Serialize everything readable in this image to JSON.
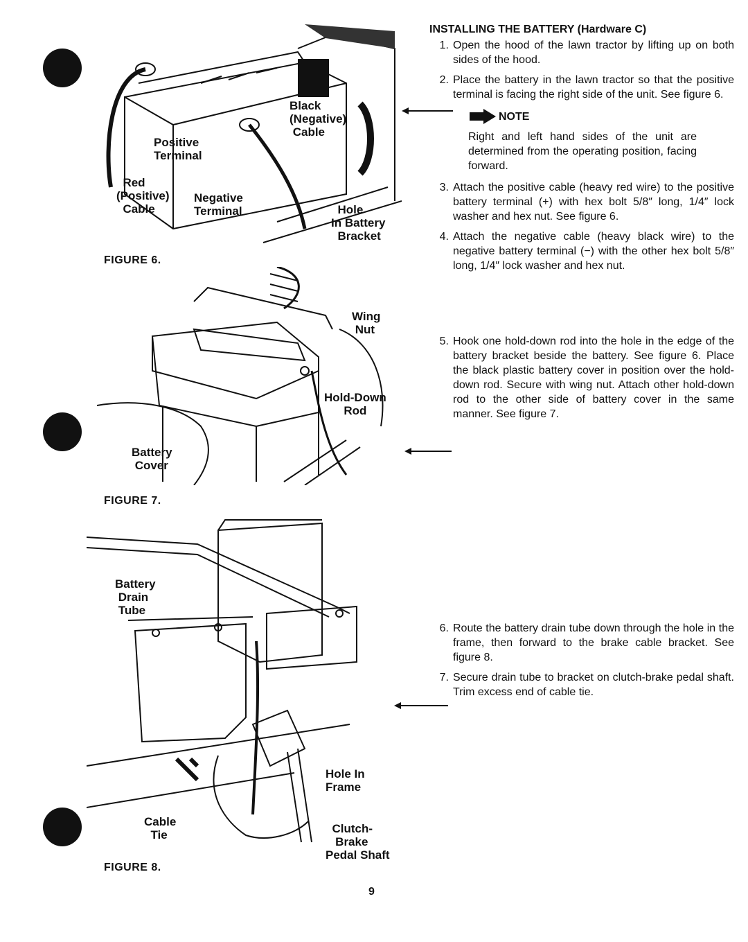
{
  "heading": "INSTALLING THE BATTERY (Hardware C)",
  "steps_a": [
    {
      "num": "1.",
      "text": "Open the hood of the lawn tractor by lifting up on both sides of the hood."
    },
    {
      "num": "2.",
      "text": "Place the battery in the lawn tractor so that the positive terminal is facing the right side of the unit. See figure 6."
    }
  ],
  "note": {
    "label": "NOTE",
    "text": "Right and left hand sides of the unit are determined from the operating position, facing forward."
  },
  "steps_b": [
    {
      "num": "3.",
      "text": "Attach the positive cable (heavy red wire) to the positive battery terminal (+) with hex bolt 5/8″ long, 1/4″ lock washer and hex nut. See figure 6."
    },
    {
      "num": "4.",
      "text": "Attach the negative cable (heavy black wire) to the negative battery terminal (−) with the other hex bolt 5/8″ long, 1/4″ lock washer and hex nut."
    }
  ],
  "steps_c": [
    {
      "num": "5.",
      "text": "Hook one hold-down rod into the hole in the edge of the battery bracket beside the battery. See figure 6. Place the black plastic battery cover in position over the hold-down rod. Secure with wing nut. Attach other hold-down rod to the other side of battery cover in the same manner. See figure 7."
    }
  ],
  "steps_d": [
    {
      "num": "6.",
      "text": "Route the battery drain tube down through the hole in the frame, then forward to the brake cable bracket. See figure 8."
    },
    {
      "num": "7.",
      "text": "Secure drain tube to bracket on clutch-brake pedal shaft. Trim excess end of cable tie."
    }
  ],
  "figures": {
    "fig6": {
      "caption": "FIGURE 6.",
      "labels": {
        "black_neg_cable": "Black\n(Negative)\n Cable",
        "pos_terminal": "Positive\nTerminal",
        "red_pos_cable": "  Red\n(Positive)\n  Cable",
        "neg_terminal": "Negative\nTerminal",
        "hole_bracket": "  Hole\nIn Battery\n  Bracket"
      }
    },
    "fig7": {
      "caption": "FIGURE 7.",
      "labels": {
        "wing_nut": "Wing\n Nut",
        "hold_down_rod": "Hold-Down\n      Rod",
        "battery_cover": "Battery\n Cover"
      }
    },
    "fig8": {
      "caption": "FIGURE 8.",
      "labels": {
        "battery_drain_tube": "Battery\n Drain\n Tube",
        "hole_in_frame": "Hole In\nFrame",
        "cable_tie": "Cable\n  Tie",
        "clutch_brake_shaft": "  Clutch-\n   Brake\nPedal Shaft"
      }
    }
  },
  "page_number": "9"
}
